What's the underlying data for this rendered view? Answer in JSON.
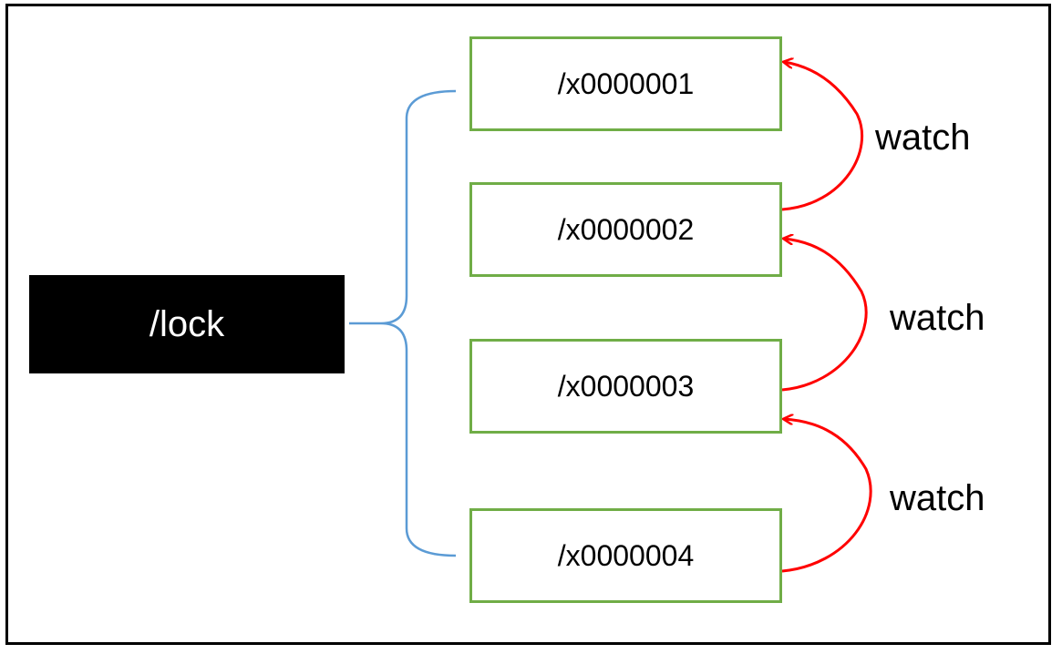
{
  "diagram": {
    "root": {
      "label": "/lock"
    },
    "children": [
      {
        "label": "/x0000001"
      },
      {
        "label": "/x0000002"
      },
      {
        "label": "/x0000003"
      },
      {
        "label": "/x0000004"
      }
    ],
    "watch_edges": [
      {
        "from": "/x0000002",
        "to": "/x0000001",
        "label": "watch"
      },
      {
        "from": "/x0000003",
        "to": "/x0000002",
        "label": "watch"
      },
      {
        "from": "/x0000004",
        "to": "/x0000003",
        "label": "watch"
      }
    ]
  },
  "colors": {
    "frame_border": "#000000",
    "root_background": "#000000",
    "root_text": "#ffffff",
    "child_border": "#70ad47",
    "child_text": "#000000",
    "bracket": "#5b9bd5",
    "watch_arrow": "#ff0000",
    "watch_text": "#000000"
  }
}
